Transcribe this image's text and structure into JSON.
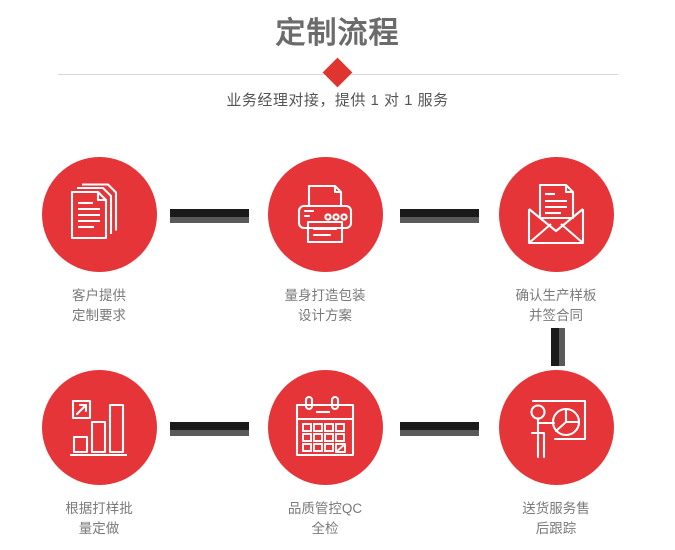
{
  "header": {
    "title": "定制流程",
    "subtitle": "业务经理对接，提供 1 对 1 服务",
    "diamond_color": "#e0342f",
    "divider_color": "#d8d8d8"
  },
  "theme": {
    "circle_color": "#e53538",
    "connector_color": "#1a1a1a",
    "connector_shadow_color": "#5a5a5a",
    "title_color": "#6b6b6b",
    "caption_color": "#7a7a7a",
    "background": "#ffffff"
  },
  "steps": [
    {
      "index": 1,
      "icon": "documents-stack-icon",
      "caption": "客户提供\n定制要求"
    },
    {
      "index": 2,
      "icon": "printer-icon",
      "caption": "量身打造包装\n设计方案"
    },
    {
      "index": 3,
      "icon": "open-envelope-letter-icon",
      "caption": "确认生产样板\n并签合同"
    },
    {
      "index": 4,
      "icon": "bar-chart-growth-icon",
      "caption": "根据打样批\n量定做"
    },
    {
      "index": 5,
      "icon": "calendar-icon",
      "caption": "品质管控QC\n全检"
    },
    {
      "index": 6,
      "icon": "presenter-pie-chart-icon",
      "caption": "送货服务售\n后跟踪"
    }
  ],
  "connectors": [
    {
      "name": "connector-step1-step2",
      "orientation": "horizontal"
    },
    {
      "name": "connector-step2-step3",
      "orientation": "horizontal"
    },
    {
      "name": "connector-step4-step5",
      "orientation": "horizontal"
    },
    {
      "name": "connector-step5-step6",
      "orientation": "horizontal"
    },
    {
      "name": "connector-step3-step6",
      "orientation": "vertical"
    }
  ]
}
